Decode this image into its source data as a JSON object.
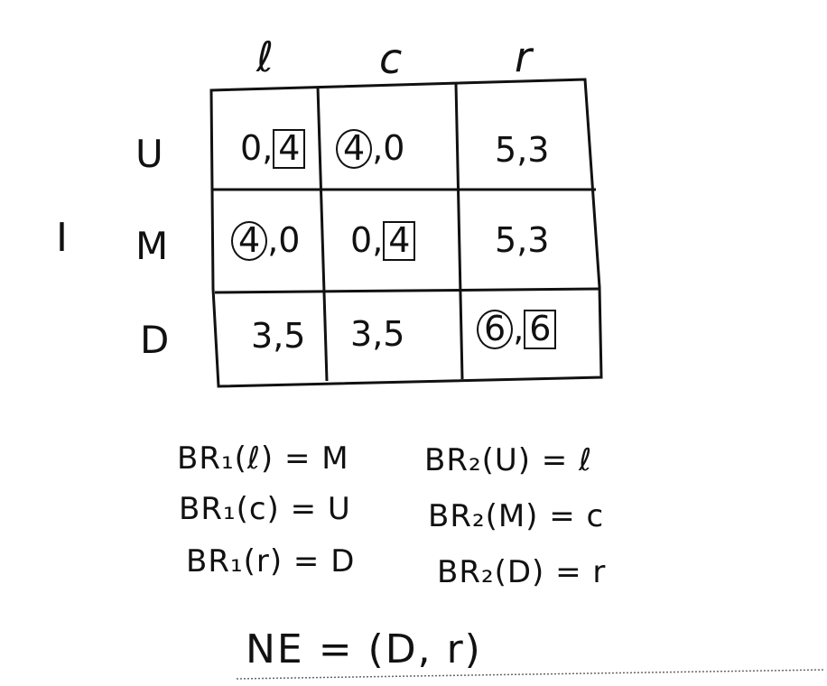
{
  "player_label": "I",
  "columns": [
    "ℓ",
    "c",
    "r"
  ],
  "rows": [
    {
      "label": "U",
      "cells": [
        {
          "p1": "0",
          "p2": "4",
          "p1_circled": false,
          "p2_boxed": true
        },
        {
          "p1": "4",
          "p2": "0",
          "p1_circled": true,
          "p2_boxed": false
        },
        {
          "p1": "5",
          "p2": "3",
          "p1_circled": false,
          "p2_boxed": false
        }
      ]
    },
    {
      "label": "M",
      "cells": [
        {
          "p1": "4",
          "p2": "0",
          "p1_circled": true,
          "p2_boxed": false
        },
        {
          "p1": "0",
          "p2": "4",
          "p1_circled": false,
          "p2_boxed": true
        },
        {
          "p1": "5",
          "p2": "3",
          "p1_circled": false,
          "p2_boxed": false
        }
      ]
    },
    {
      "label": "D",
      "cells": [
        {
          "p1": "3",
          "p2": "5",
          "p1_circled": false,
          "p2_boxed": false
        },
        {
          "p1": "3",
          "p2": "5",
          "p1_circled": false,
          "p2_boxed": false
        },
        {
          "p1": "6",
          "p2": "6",
          "p1_circled": true,
          "p2_boxed": true
        }
      ]
    }
  ],
  "br1": [
    "BR₁(ℓ) = M",
    "BR₁(c) = U",
    "BR₁(r) = D"
  ],
  "br2": [
    "BR₂(U) = ℓ",
    "BR₂(M) = c",
    "BR₂(D) = r"
  ],
  "ne": "NE = (D, r)"
}
